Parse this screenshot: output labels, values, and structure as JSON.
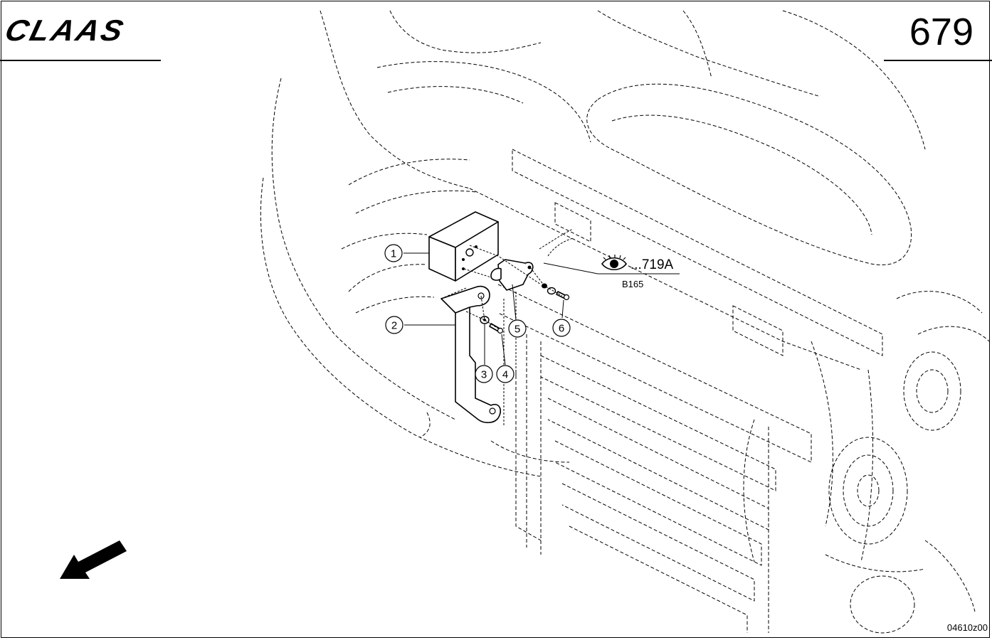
{
  "header": {
    "logo_text": "CLAAS",
    "page_number": "679"
  },
  "reference": {
    "icon": "eye-icon",
    "text": "...719A",
    "sub_text": "B165"
  },
  "callouts": [
    "1",
    "2",
    "3",
    "4",
    "5",
    "6"
  ],
  "footer": {
    "drawing_number": "04610z00"
  },
  "direction_arrow": "arrow-down-left-icon"
}
